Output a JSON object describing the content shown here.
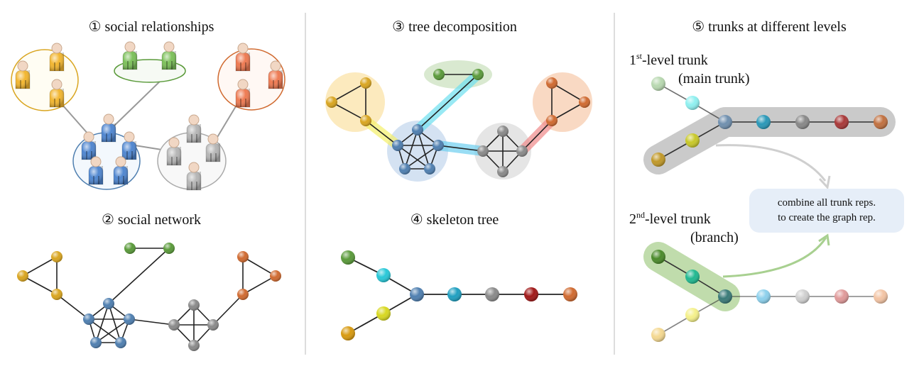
{
  "panels": {
    "p1": {
      "title": "① social relationships"
    },
    "p2": {
      "title": "② social network"
    },
    "p3": {
      "title": "③ tree decomposition"
    },
    "p4": {
      "title": "④ skeleton tree"
    },
    "p5": {
      "title": "⑤ trunks at different levels",
      "first_level_num": "1",
      "first_level_sup": "st",
      "first_level_text": "-level trunk",
      "first_level_sub": "(main trunk)",
      "second_level_num": "2",
      "second_level_sup": "nd",
      "second_level_text": "-level trunk",
      "second_level_sub": "(branch)",
      "combine_line1": "combine all trunk reps.",
      "combine_line2": "to create the graph rep."
    }
  },
  "colors": {
    "yellow": "#d9a520",
    "green": "#5a9a3a",
    "orange": "#d06a30",
    "blue": "#4f7fb0",
    "gray": "#8a8a8a",
    "cyan": "#28c8d8",
    "lemon": "#d8d820",
    "teal": "#1f9fc0",
    "darkred": "#a01818"
  }
}
